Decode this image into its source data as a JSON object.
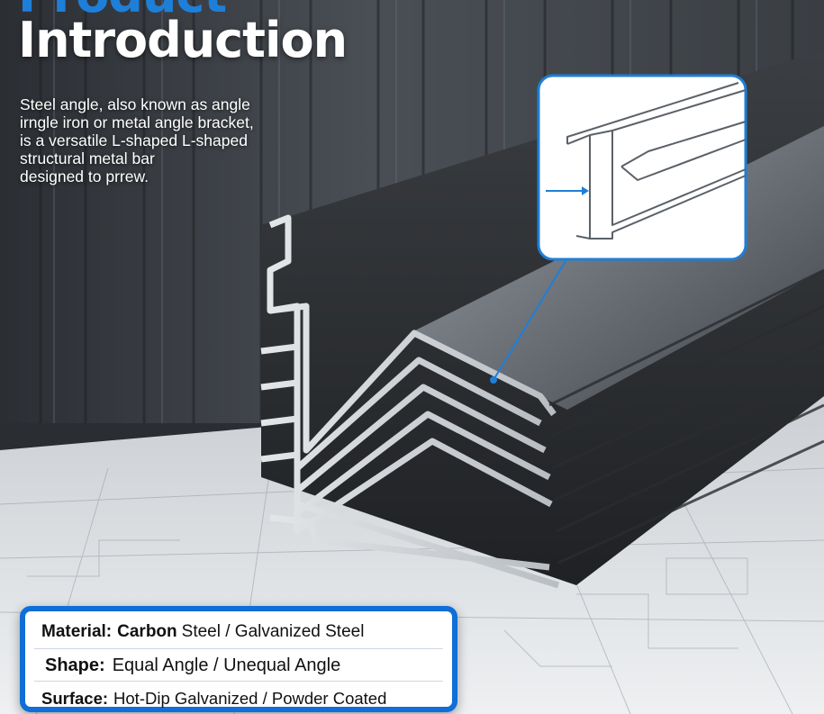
{
  "title": {
    "line1": "Product",
    "line2": "Introduction"
  },
  "intro": {
    "lines": [
      "Steel angle, also known as angle",
      "irngle iron or metal angle bracket,",
      "is a versatile L-shaped L-shaped",
      "structural metal bar",
      "designed to prrew."
    ]
  },
  "specs": {
    "material": {
      "label": "Material:",
      "strong": "Carbon",
      "value": "Steel / Galvanized Steel"
    },
    "shape": {
      "label": "Shape:",
      "value": "Equal Angle / Unequal Angle"
    },
    "surface": {
      "label": "Surface:",
      "value": "Hot-Dip Galvanized / Powder Coated"
    }
  },
  "colors": {
    "accent_blue": "#1e7fd9",
    "card_border": "#0f6fd6",
    "wall": "#3a3e43",
    "floor": "#e9ecef",
    "steel": "#6f757c"
  },
  "icons": {
    "detail_callout": "cross-section-detail-icon",
    "callout_arrow": "arrow-right-icon"
  }
}
